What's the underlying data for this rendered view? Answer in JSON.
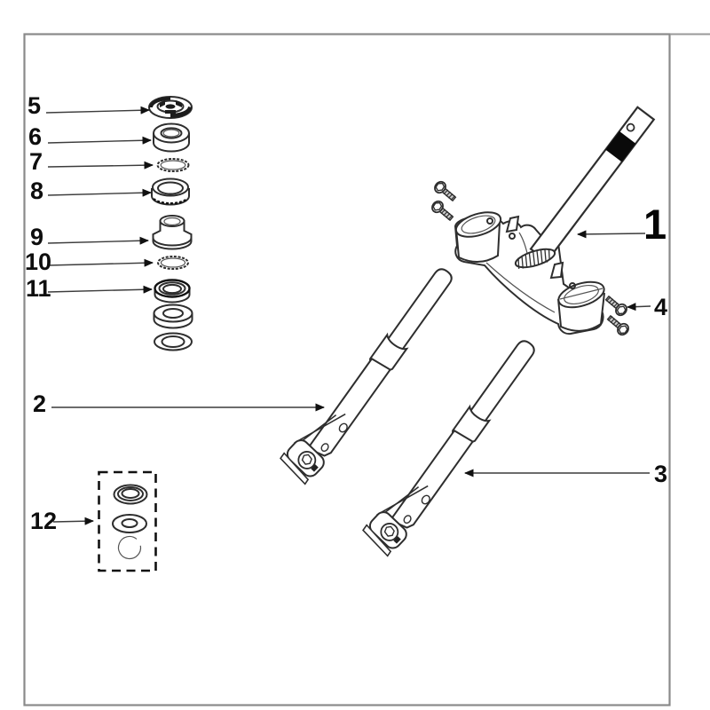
{
  "figure": {
    "background": "#ffffff",
    "frame_color": "#8a8a8a",
    "line_color": "#2e2e2e",
    "label_color": "#0e0e0e",
    "stem_band_color": "#0a0a0a"
  },
  "callouts": [
    {
      "label": "1"
    },
    {
      "label": "2"
    },
    {
      "label": "3"
    },
    {
      "label": "4"
    },
    {
      "label": "5"
    },
    {
      "label": "6"
    },
    {
      "label": "7"
    },
    {
      "label": "8"
    },
    {
      "label": "9"
    },
    {
      "label": "10"
    },
    {
      "label": "11"
    },
    {
      "label": "12"
    }
  ]
}
